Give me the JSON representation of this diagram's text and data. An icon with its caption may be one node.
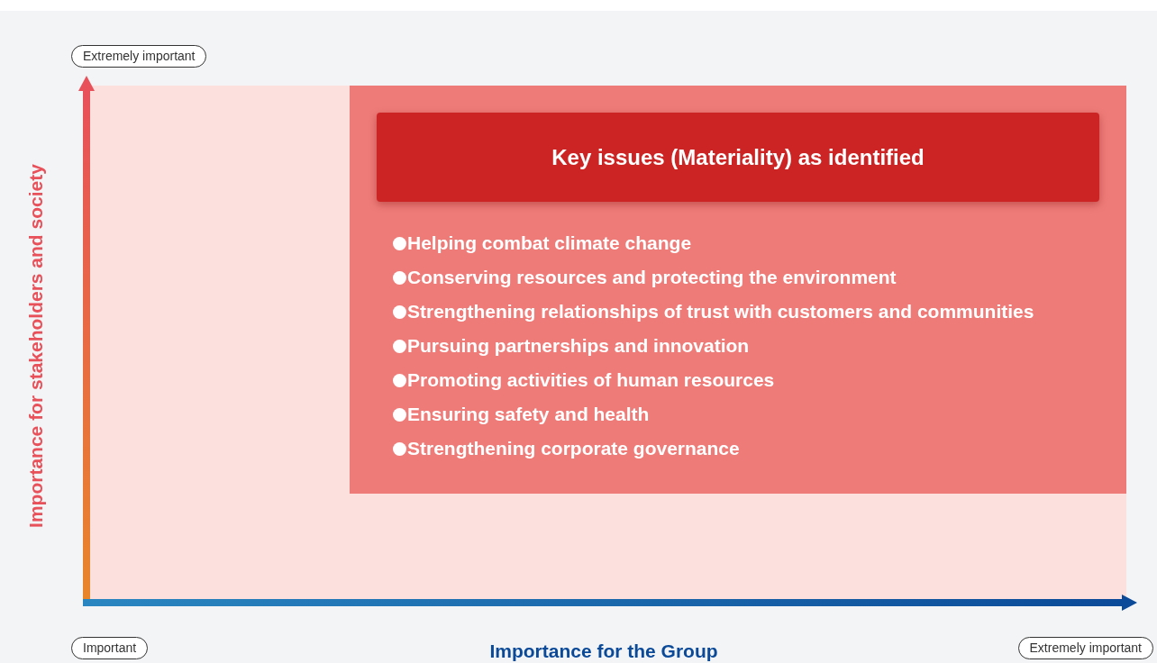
{
  "diagram": {
    "nodes": [
      {
        "text": [
          "Helping combat climate change",
          "Conserving resources and protecting the environment",
          "Strengthening relationships of trust with customers and communities",
          "Pursuing partnerships and innovation",
          "Promoting activities of human resources",
          "Ensuring safety and health",
          "Strengthening corporate governance"
        ]
      },
      {
        "text": [
          "Key issues (Materiality) as identified"
        ],
        "in": 0
      }
    ],
    "labels": [
      "Extremely important",
      "Importance for stakeholders and society",
      "Important",
      "Importance for the Group",
      "Extremely important"
    ]
  }
}
